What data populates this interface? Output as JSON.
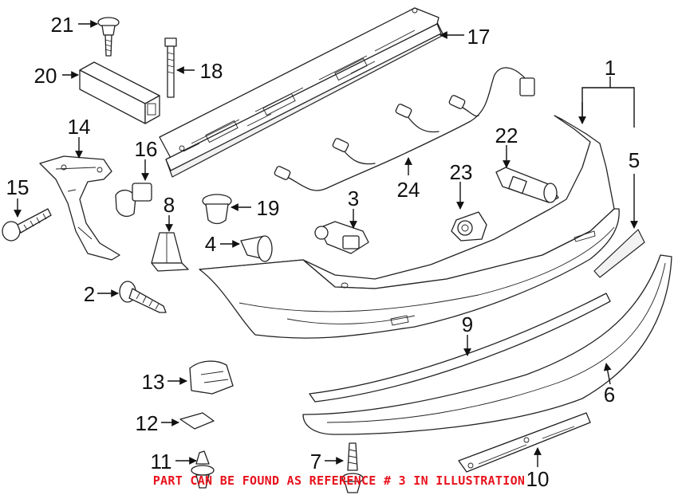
{
  "caption": "PART CAN BE FOUND AS REFERENCE # 3 IN ILLUSTRATION",
  "callouts": {
    "c1": "1",
    "c2": "2",
    "c3": "3",
    "c4": "4",
    "c5": "5",
    "c6": "6",
    "c7": "7",
    "c8": "8",
    "c9": "9",
    "c10": "10",
    "c11": "11",
    "c12": "12",
    "c13": "13",
    "c14": "14",
    "c15": "15",
    "c16": "16",
    "c17": "17",
    "c18": "18",
    "c19": "19",
    "c20": "20",
    "c21": "21",
    "c22": "22",
    "c23": "23",
    "c24": "24"
  },
  "colors": {
    "caption": "#e8121c",
    "lines": "#222222"
  }
}
